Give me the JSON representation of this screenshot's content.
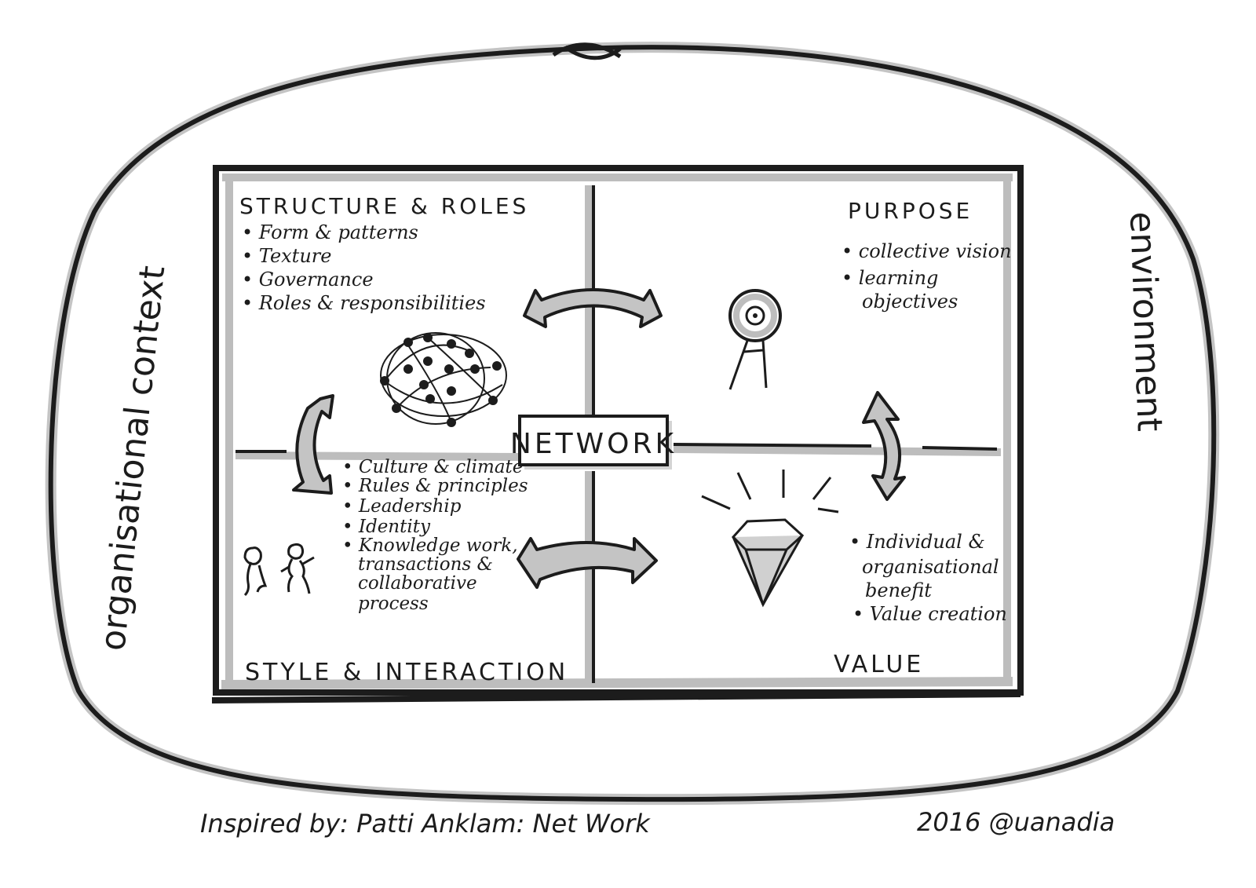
{
  "outer_labels": {
    "left": "organisational context",
    "right": "environment"
  },
  "quadrants": {
    "top_left": {
      "title": "STRUCTURE & ROLES",
      "items": [
        "Form & patterns",
        "Texture",
        "Governance",
        "Roles & responsibilities"
      ]
    },
    "top_right": {
      "title": "PURPOSE",
      "items": [
        "collective vision",
        "learning",
        "objectives"
      ]
    },
    "bottom_left": {
      "title": "STYLE & INTERACTION",
      "items": [
        "Culture & climate",
        "Rules & principles",
        "Leadership",
        "Identity",
        "Knowledge work,",
        "transactions &",
        "collaborative",
        "process"
      ]
    },
    "bottom_right": {
      "title": "VALUE",
      "items": [
        "Individual &",
        "organisational",
        "benefit",
        "Value creation"
      ]
    }
  },
  "center_label": "NETWORK",
  "footer": {
    "credit": "Inspired by: Patti Anklam: Net Work",
    "signature": "2016 @uanadia"
  },
  "icons": [
    "network-graph-icon",
    "target-icon",
    "diamond-icon",
    "people-icon",
    "curved-double-arrow-icon"
  ],
  "colors": {
    "ink": "#1c1c1c",
    "shade": "#b8b8b8",
    "paper": "#ffffff"
  }
}
